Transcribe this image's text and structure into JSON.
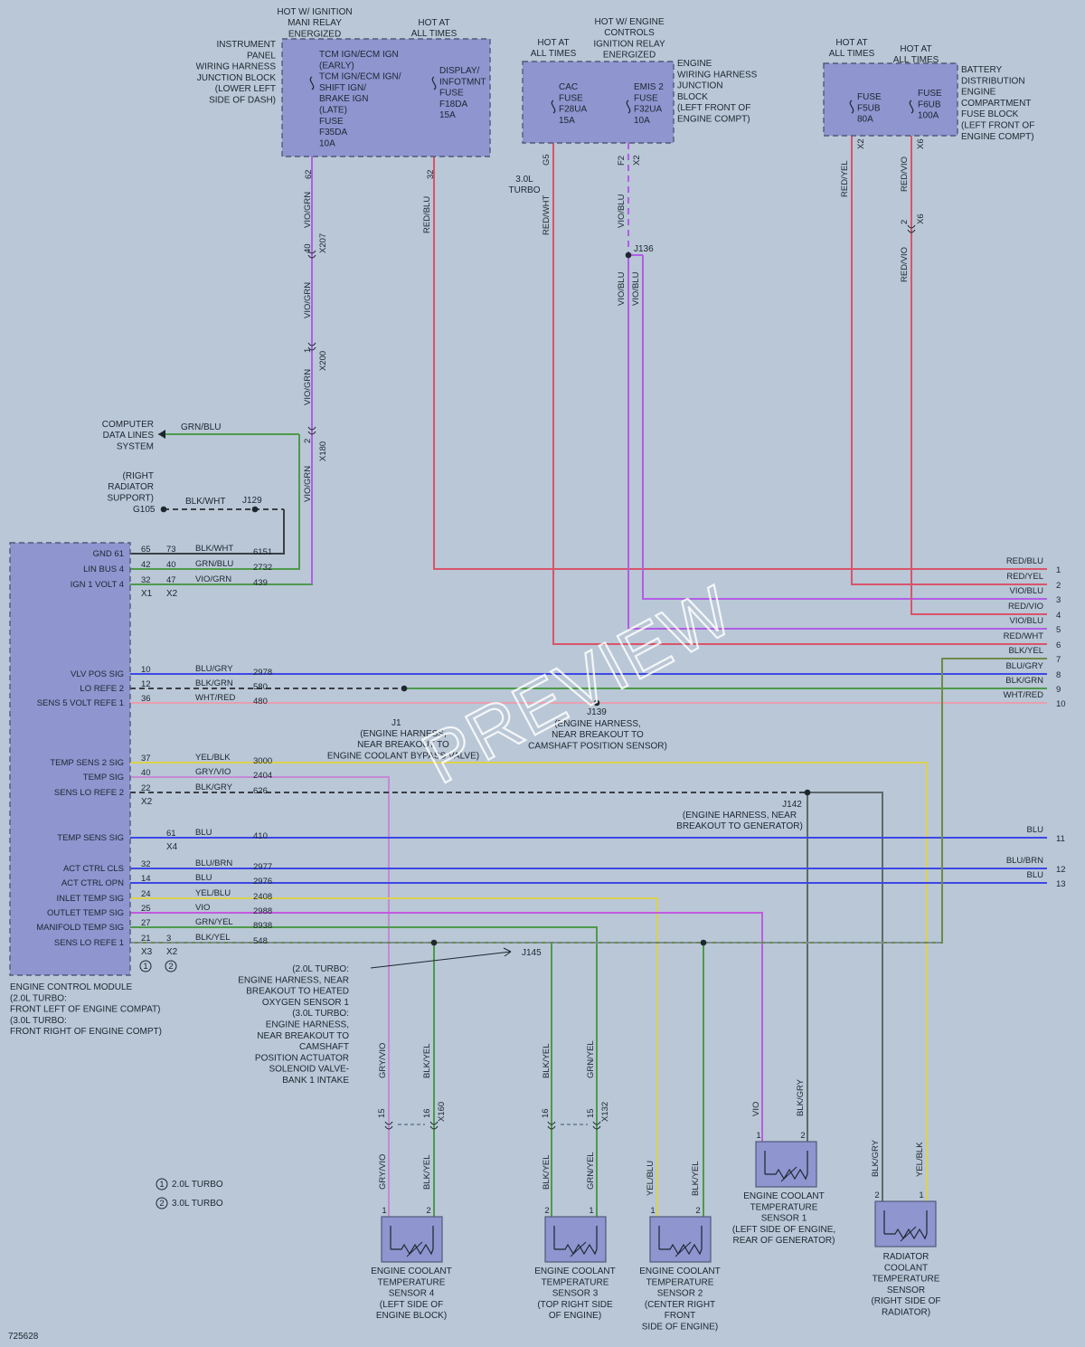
{
  "diagram_id": "725628",
  "watermark": "PREVIEW",
  "colors": {
    "background": "#b9c7d6",
    "module": "#8e95cf",
    "red": "#d9546a",
    "violet": "#b25de6",
    "green": "#4e9a4a",
    "blue": "#3c48e6",
    "yellow": "#dcd24f",
    "black": "#3b3f45"
  },
  "top": {
    "ipjb_hot1": [
      "HOT W/ IGNITION",
      "MANI RELAY",
      "ENERGIZED"
    ],
    "ipjb_hot2": [
      "HOT AT",
      "ALL TIMES"
    ],
    "ipjb_name": [
      "INSTRUMENT",
      "PANEL",
      "WIRING HARNESS",
      "JUNCTION BLOCK",
      "(LOWER LEFT",
      "SIDE OF DASH)"
    ],
    "ipjb_fuse1": [
      "TCM IGN/ECM IGN",
      "(EARLY)",
      "TCM IGN/ECM IGN/",
      "SHIFT IGN/",
      "BRAKE IGN",
      "(LATE)",
      "FUSE",
      "F35DA",
      "10A"
    ],
    "ipjb_fuse2": [
      "DISPLAY/",
      "INFOTMNT",
      "FUSE",
      "F18DA",
      "15A"
    ],
    "ewjb_hot1": [
      "HOT AT",
      "ALL TIMES"
    ],
    "ewjb_hot2": [
      "HOT W/ ENGINE",
      "CONTROLS",
      "IGNITION RELAY",
      "ENERGIZED"
    ],
    "ewjb_name": [
      "ENGINE",
      "WIRING HARNESS",
      "JUNCTION",
      "BLOCK",
      "(LEFT FRONT OF",
      "ENGINE COMPT)"
    ],
    "ewjb_fuse1": [
      "CAC",
      "FUSE",
      "F28UA",
      "15A"
    ],
    "ewjb_fuse2": [
      "EMIS 2",
      "FUSE",
      "F32UA",
      "10A"
    ],
    "bd_hot1": [
      "HOT AT",
      "ALL TIMES"
    ],
    "bd_hot2": [
      "HOT AT",
      "ALL TIMES"
    ],
    "bd_name": [
      "BATTERY",
      "DISTRIBUTION",
      "ENGINE",
      "COMPARTMENT",
      "FUSE BLOCK",
      "(LEFT FRONT OF",
      "ENGINE COMPT)"
    ],
    "bd_fuse1": [
      "FUSE",
      "F5UB",
      "80A"
    ],
    "bd_fuse2": [
      "FUSE",
      "F6UB",
      "100A"
    ]
  },
  "wires": {
    "ipjb_pin1": "62",
    "ipjb_pin2": "32",
    "vio_grn": "VIO/GRN",
    "red_blu": "RED/BLU",
    "x207_pin": "40",
    "x207": "X207",
    "x200_pin": "1",
    "x200": "X200",
    "x180_pin": "2",
    "x180": "X180",
    "g5": "G5",
    "f2": "F2",
    "x2": "X2",
    "turbo30": [
      "3.0L",
      "TURBO"
    ],
    "red_wht": "RED/WHT",
    "vio_blu": "VIO/BLU",
    "j136": "J136",
    "red_yel": "RED/YEL",
    "red_vio": "RED/VIO",
    "x2b": "X2",
    "x6": "X6",
    "x6pin": "2",
    "x6b": "X6",
    "cdl": [
      "COMPUTER",
      "DATA LINES",
      "SYSTEM"
    ],
    "grn_blu": "GRN/BLU",
    "g105_loc": [
      "(RIGHT",
      "RADIATOR",
      "SUPPORT)"
    ],
    "g105": "G105",
    "blk_wht": "BLK/WHT",
    "j129": "J129"
  },
  "ecm": {
    "label": [
      "ENGINE CONTROL MODULE",
      "(2.0L TURBO:",
      "FRONT LEFT OF ENGINE COMPAT)",
      "(3.0L TURBO:",
      "FRONT RIGHT OF ENGINE COMPT)"
    ],
    "pins": [
      {
        "name": "GND 61",
        "p1": "65",
        "p2": "73",
        "wire": "BLK/WHT",
        "circ": "6151"
      },
      {
        "name": "LIN BUS 4",
        "p1": "42",
        "p2": "40",
        "wire": "GRN/BLU",
        "circ": "2732"
      },
      {
        "name": "IGN 1 VOLT 4",
        "p1": "32",
        "p2": "47",
        "wire": "VIO/GRN",
        "circ": "439"
      },
      {
        "name": "VLV POS SIG",
        "p1": "10",
        "p2": "",
        "wire": "BLU/GRY",
        "circ": "2978"
      },
      {
        "name": "LO REFE 2",
        "p1": "12",
        "p2": "",
        "wire": "BLK/GRN",
        "circ": "580"
      },
      {
        "name": "SENS 5 VOLT REFE 1",
        "p1": "36",
        "p2": "",
        "wire": "WHT/RED",
        "circ": "480"
      },
      {
        "name": "TEMP SENS 2 SIG",
        "p1": "37",
        "p2": "",
        "wire": "YEL/BLK",
        "circ": "3000"
      },
      {
        "name": "TEMP SIG",
        "p1": "40",
        "p2": "",
        "wire": "GRY/VIO",
        "circ": "2404"
      },
      {
        "name": "SENS LO REFE 2",
        "p1": "22",
        "p2": "",
        "wire": "BLK/GRY",
        "circ": "626"
      },
      {
        "name": "TEMP SENS SIG",
        "p1": "",
        "p2": "61",
        "wire": "BLU",
        "circ": "410"
      },
      {
        "name": "ACT CTRL CLS",
        "p1": "32",
        "p2": "",
        "wire": "BLU/BRN",
        "circ": "2977"
      },
      {
        "name": "ACT CTRL OPN",
        "p1": "14",
        "p2": "",
        "wire": "BLU",
        "circ": "2976"
      },
      {
        "name": "INLET TEMP SIG",
        "p1": "24",
        "p2": "",
        "wire": "YEL/BLU",
        "circ": "2408"
      },
      {
        "name": "OUTLET TEMP SIG",
        "p1": "25",
        "p2": "",
        "wire": "VIO",
        "circ": "2988"
      },
      {
        "name": "MANIFOLD TEMP SIG",
        "p1": "27",
        "p2": "",
        "wire": "GRN/YEL",
        "circ": "8938"
      },
      {
        "name": "SENS LO REFE 1",
        "p1": "21",
        "p2": "3",
        "wire": "BLK/YEL",
        "circ": "548"
      }
    ],
    "conn_x1x2": [
      "X1",
      "X2"
    ],
    "conn_x2": "X2",
    "conn_x4": "X4",
    "conn_x3x2": [
      "X3",
      "X2"
    ],
    "circle1": "1",
    "circle2": "2"
  },
  "right_out": [
    {
      "num": "1",
      "wire": "RED/BLU"
    },
    {
      "num": "2",
      "wire": "RED/YEL"
    },
    {
      "num": "3",
      "wire": "VIO/BLU"
    },
    {
      "num": "4",
      "wire": "RED/VIO"
    },
    {
      "num": "5",
      "wire": "VIO/BLU"
    },
    {
      "num": "6",
      "wire": "RED/WHT"
    },
    {
      "num": "7",
      "wire": "BLK/YEL"
    },
    {
      "num": "8",
      "wire": "BLU/GRY"
    },
    {
      "num": "9",
      "wire": "BLK/GRN"
    },
    {
      "num": "10",
      "wire": "WHT/RED"
    },
    {
      "num": "11",
      "wire": "BLU"
    },
    {
      "num": "12",
      "wire": "BLU/BRN"
    },
    {
      "num": "13",
      "wire": "BLU"
    }
  ],
  "splices": {
    "j1_id": "J1",
    "j1": [
      "(ENGINE HARNESS,",
      "NEAR BREAKOUT TO",
      "ENGINE COOLANT BYPASS VALVE)"
    ],
    "j139_id": "J139",
    "j139": [
      "(ENGINE HARNESS,",
      "NEAR BREAKOUT TO",
      "CAMSHAFT POSITION SENSOR)"
    ],
    "j142_id": "J142",
    "j142": [
      "(ENGINE HARNESS, NEAR",
      "BREAKOUT TO GENERATOR)"
    ],
    "j145_id": "J145",
    "j145": [
      "(2.0L TURBO:",
      "ENGINE HARNESS, NEAR",
      "BREAKOUT TO HEATED",
      "OXYGEN SENSOR 1",
      "(3.0L TURBO:",
      "ENGINE HARNESS,",
      "NEAR BREAKOUT TO",
      "CAMSHAFT",
      "POSITION ACTUATOR",
      "SOLENOID VALVE-",
      "BANK 1 INTAKE"
    ]
  },
  "bottom": {
    "gry_vio": "GRY/VIO",
    "blk_yel": "BLK/YEL",
    "grn_yel": "GRN/YEL",
    "yel_blu": "YEL/BLU",
    "vio": "VIO",
    "blk_gry": "BLK/GRY",
    "yel_blk": "YEL/BLK",
    "x160_p1": "15",
    "x160_p2": "16",
    "x160": "X160",
    "x132_p1": "16",
    "x132_p2": "15",
    "x132": "X132",
    "pin1": "1",
    "pin2": "2",
    "s4": [
      "ENGINE COOLANT",
      "TEMPERATURE",
      "SENSOR 4",
      "(LEFT SIDE OF",
      "ENGINE BLOCK)"
    ],
    "s3": [
      "ENGINE COOLANT",
      "TEMPERATURE",
      "SENSOR 3",
      "(TOP RIGHT SIDE",
      "OF ENGINE)"
    ],
    "s2": [
      "ENGINE COOLANT",
      "TEMPERATURE",
      "SENSOR 2",
      "(CENTER RIGHT",
      "FRONT",
      "SIDE OF ENGINE)"
    ],
    "s1": [
      "ENGINE COOLANT",
      "TEMPERATURE",
      "SENSOR 1",
      "(LEFT SIDE OF ENGINE,",
      "REAR OF GENERATOR)"
    ],
    "rad": [
      "RADIATOR",
      "COOLANT",
      "TEMPERATURE",
      "SENSOR",
      "(RIGHT SIDE OF",
      "RADIATOR)"
    ]
  },
  "legend": {
    "n1": "1",
    "l1": "2.0L TURBO",
    "n2": "2",
    "l2": "3.0L TURBO"
  }
}
